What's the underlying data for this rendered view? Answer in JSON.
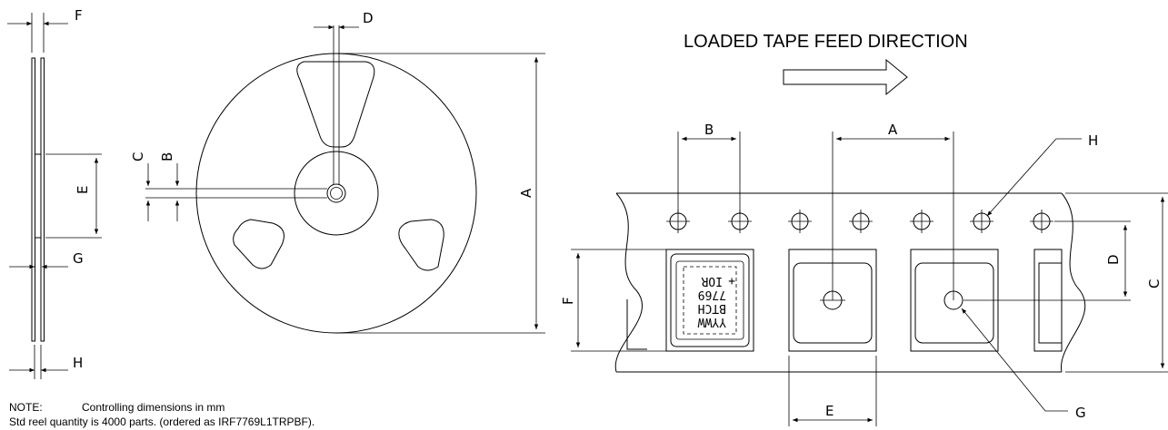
{
  "title": "LOADED TAPE FEED DIRECTION",
  "note": {
    "label": "NOTE:",
    "text": "Controlling dimensions in mm",
    "line2": "Std reel quantity is 4000 parts. (ordered as IRF7769L1TRPBF)."
  },
  "reel_labels": {
    "A": "A",
    "B": "B",
    "C": "C",
    "D": "D",
    "E": "E",
    "F": "F",
    "G": "G",
    "H": "H"
  },
  "tape_labels": {
    "A": "A",
    "B": "B",
    "C": "C",
    "D": "D",
    "E": "E",
    "F": "F",
    "G": "G",
    "H": "H"
  },
  "part_marking": {
    "line1": "YYWW",
    "line2": "BTCH",
    "line3": "7769",
    "line4": "IOR"
  }
}
